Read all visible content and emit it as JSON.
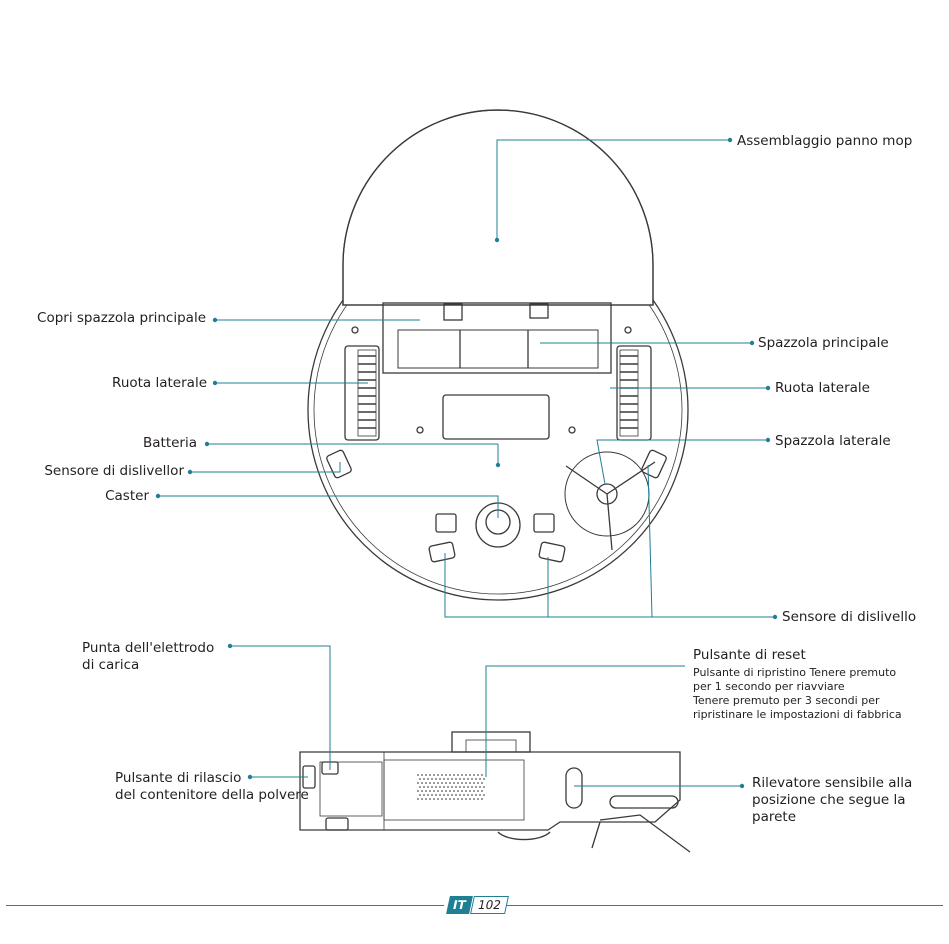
{
  "labels": {
    "mop": "Assemblaggio panno mop",
    "brush_cover": "Copri spazzola principale",
    "main_brush": "Spazzola principale",
    "side_wheel_left": "Ruota laterale",
    "side_wheel_right": "Ruota laterale",
    "battery": "Batteria",
    "side_brush": "Spazzola laterale",
    "cliff_sensor_left": "Sensore di dislivellor",
    "caster": "Caster",
    "cliff_sensor_bottom": "Sensore di dislivello",
    "charge_tip_1": "Punta dell'elettrodo",
    "charge_tip_2": "di carica",
    "reset_title": "Pulsante di reset",
    "reset_desc_1": "Pulsante di ripristino Tenere premuto",
    "reset_desc_2": "per 1 secondo per riavviare",
    "reset_desc_3": "Tenere premuto per 3 secondi per",
    "reset_desc_4": "ripristinare le impostazioni di fabbrica",
    "dust_release_1": "Pulsante di rilascio",
    "dust_release_2": "del contenitore della polvere",
    "wall_sensor_1": "Rilevatore sensibile alla",
    "wall_sensor_2": "posizione che segue la",
    "wall_sensor_3": "parete"
  },
  "footer": {
    "lang": "IT",
    "page": "102"
  },
  "colors": {
    "leader": "#1f7f93",
    "outline": "#3a3a3a"
  }
}
